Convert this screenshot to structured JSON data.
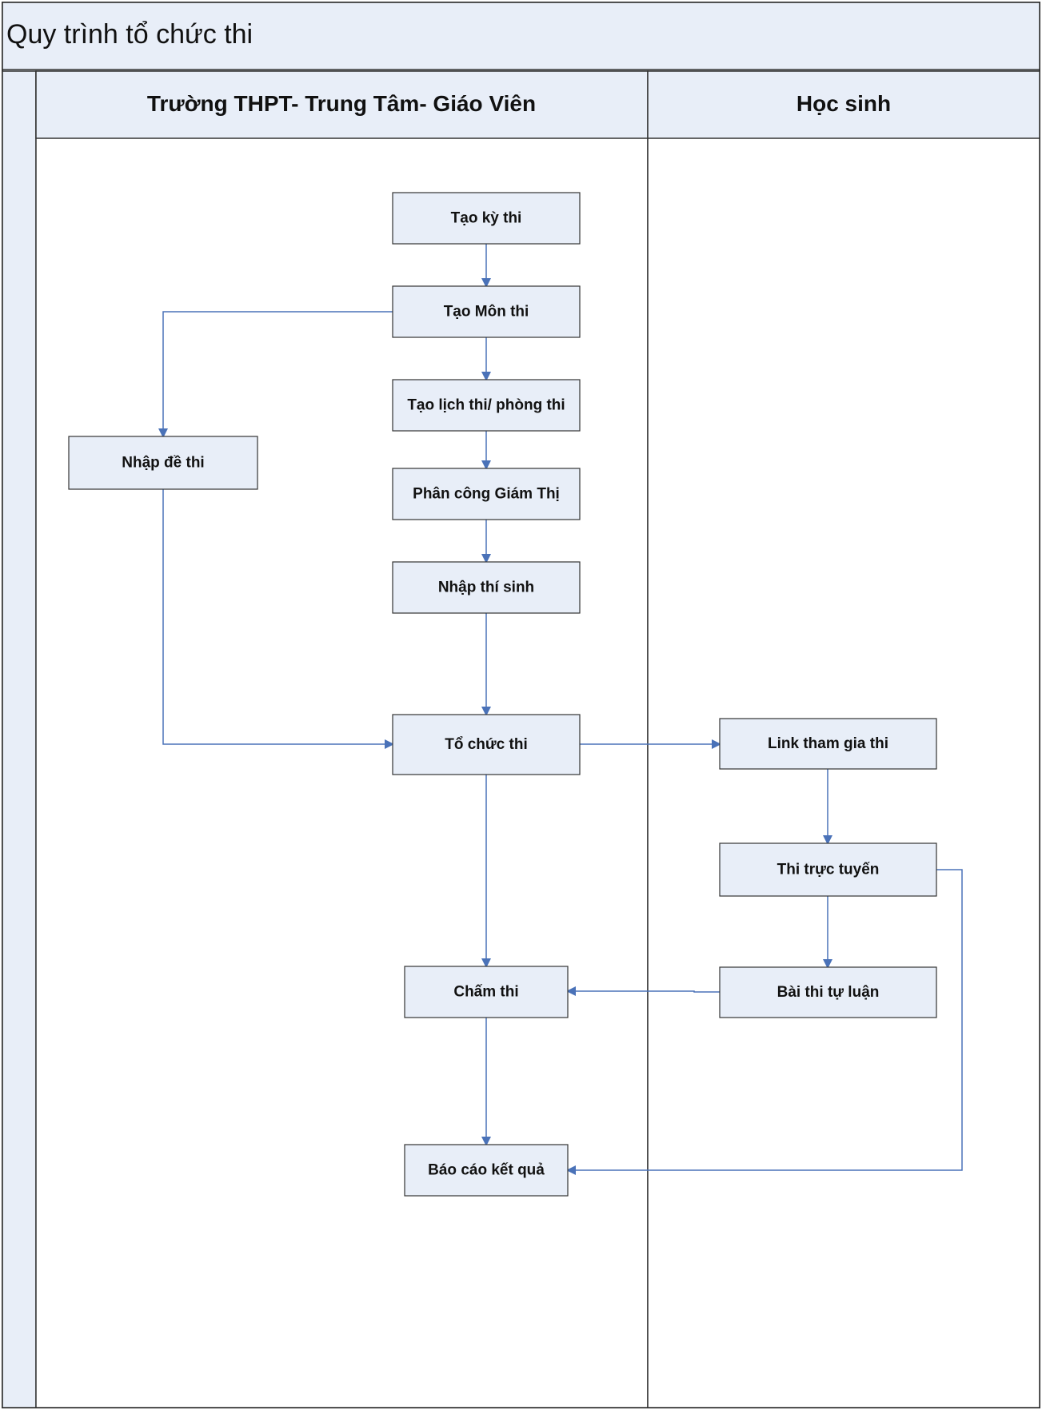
{
  "title": "Quy trình tổ chức thi",
  "lanes": [
    {
      "id": "school",
      "label": "Trường THPT- Trung Tâm- Giáo Viên"
    },
    {
      "id": "student",
      "label": "Học sinh"
    }
  ],
  "nodes": [
    {
      "id": "tao-ky-thi",
      "label": "Tạo kỳ thi",
      "lane": "school"
    },
    {
      "id": "tao-mon-thi",
      "label": "Tạo Môn thi",
      "lane": "school"
    },
    {
      "id": "tao-lich-thi",
      "label": "Tạo lịch thi/ phòng thi",
      "lane": "school"
    },
    {
      "id": "phan-cong",
      "label": "Phân công Giám Thị",
      "lane": "school"
    },
    {
      "id": "nhap-thi-sinh",
      "label": "Nhập thí sinh",
      "lane": "school"
    },
    {
      "id": "nhap-de-thi",
      "label": "Nhập đề thi",
      "lane": "school"
    },
    {
      "id": "to-chuc-thi",
      "label": "Tổ chức thi",
      "lane": "school"
    },
    {
      "id": "cham-thi",
      "label": "Chấm thi",
      "lane": "school"
    },
    {
      "id": "bao-cao",
      "label": "Báo cáo kết quả",
      "lane": "school"
    },
    {
      "id": "link-tham-gia",
      "label": "Link tham gia thi",
      "lane": "student"
    },
    {
      "id": "thi-truc-tuyen",
      "label": "Thi trực tuyến",
      "lane": "student"
    },
    {
      "id": "bai-thi-tu-luan",
      "label": "Bài thi tự luận",
      "lane": "student"
    }
  ],
  "edges": [
    {
      "from": "tao-ky-thi",
      "to": "tao-mon-thi"
    },
    {
      "from": "tao-mon-thi",
      "to": "tao-lich-thi"
    },
    {
      "from": "tao-mon-thi",
      "to": "nhap-de-thi"
    },
    {
      "from": "tao-lich-thi",
      "to": "phan-cong"
    },
    {
      "from": "phan-cong",
      "to": "nhap-thi-sinh"
    },
    {
      "from": "nhap-thi-sinh",
      "to": "to-chuc-thi"
    },
    {
      "from": "nhap-de-thi",
      "to": "to-chuc-thi"
    },
    {
      "from": "to-chuc-thi",
      "to": "link-tham-gia"
    },
    {
      "from": "to-chuc-thi",
      "to": "cham-thi"
    },
    {
      "from": "link-tham-gia",
      "to": "thi-truc-tuyen"
    },
    {
      "from": "thi-truc-tuyen",
      "to": "bai-thi-tu-luan"
    },
    {
      "from": "bai-thi-tu-luan",
      "to": "cham-thi"
    },
    {
      "from": "cham-thi",
      "to": "bao-cao"
    },
    {
      "from": "thi-truc-tuyen",
      "to": "bao-cao"
    }
  ],
  "colors": {
    "header_fill": "#e8eef8",
    "node_fill": "#e8eef8",
    "border": "#333333",
    "connector": "#4a72b8"
  }
}
